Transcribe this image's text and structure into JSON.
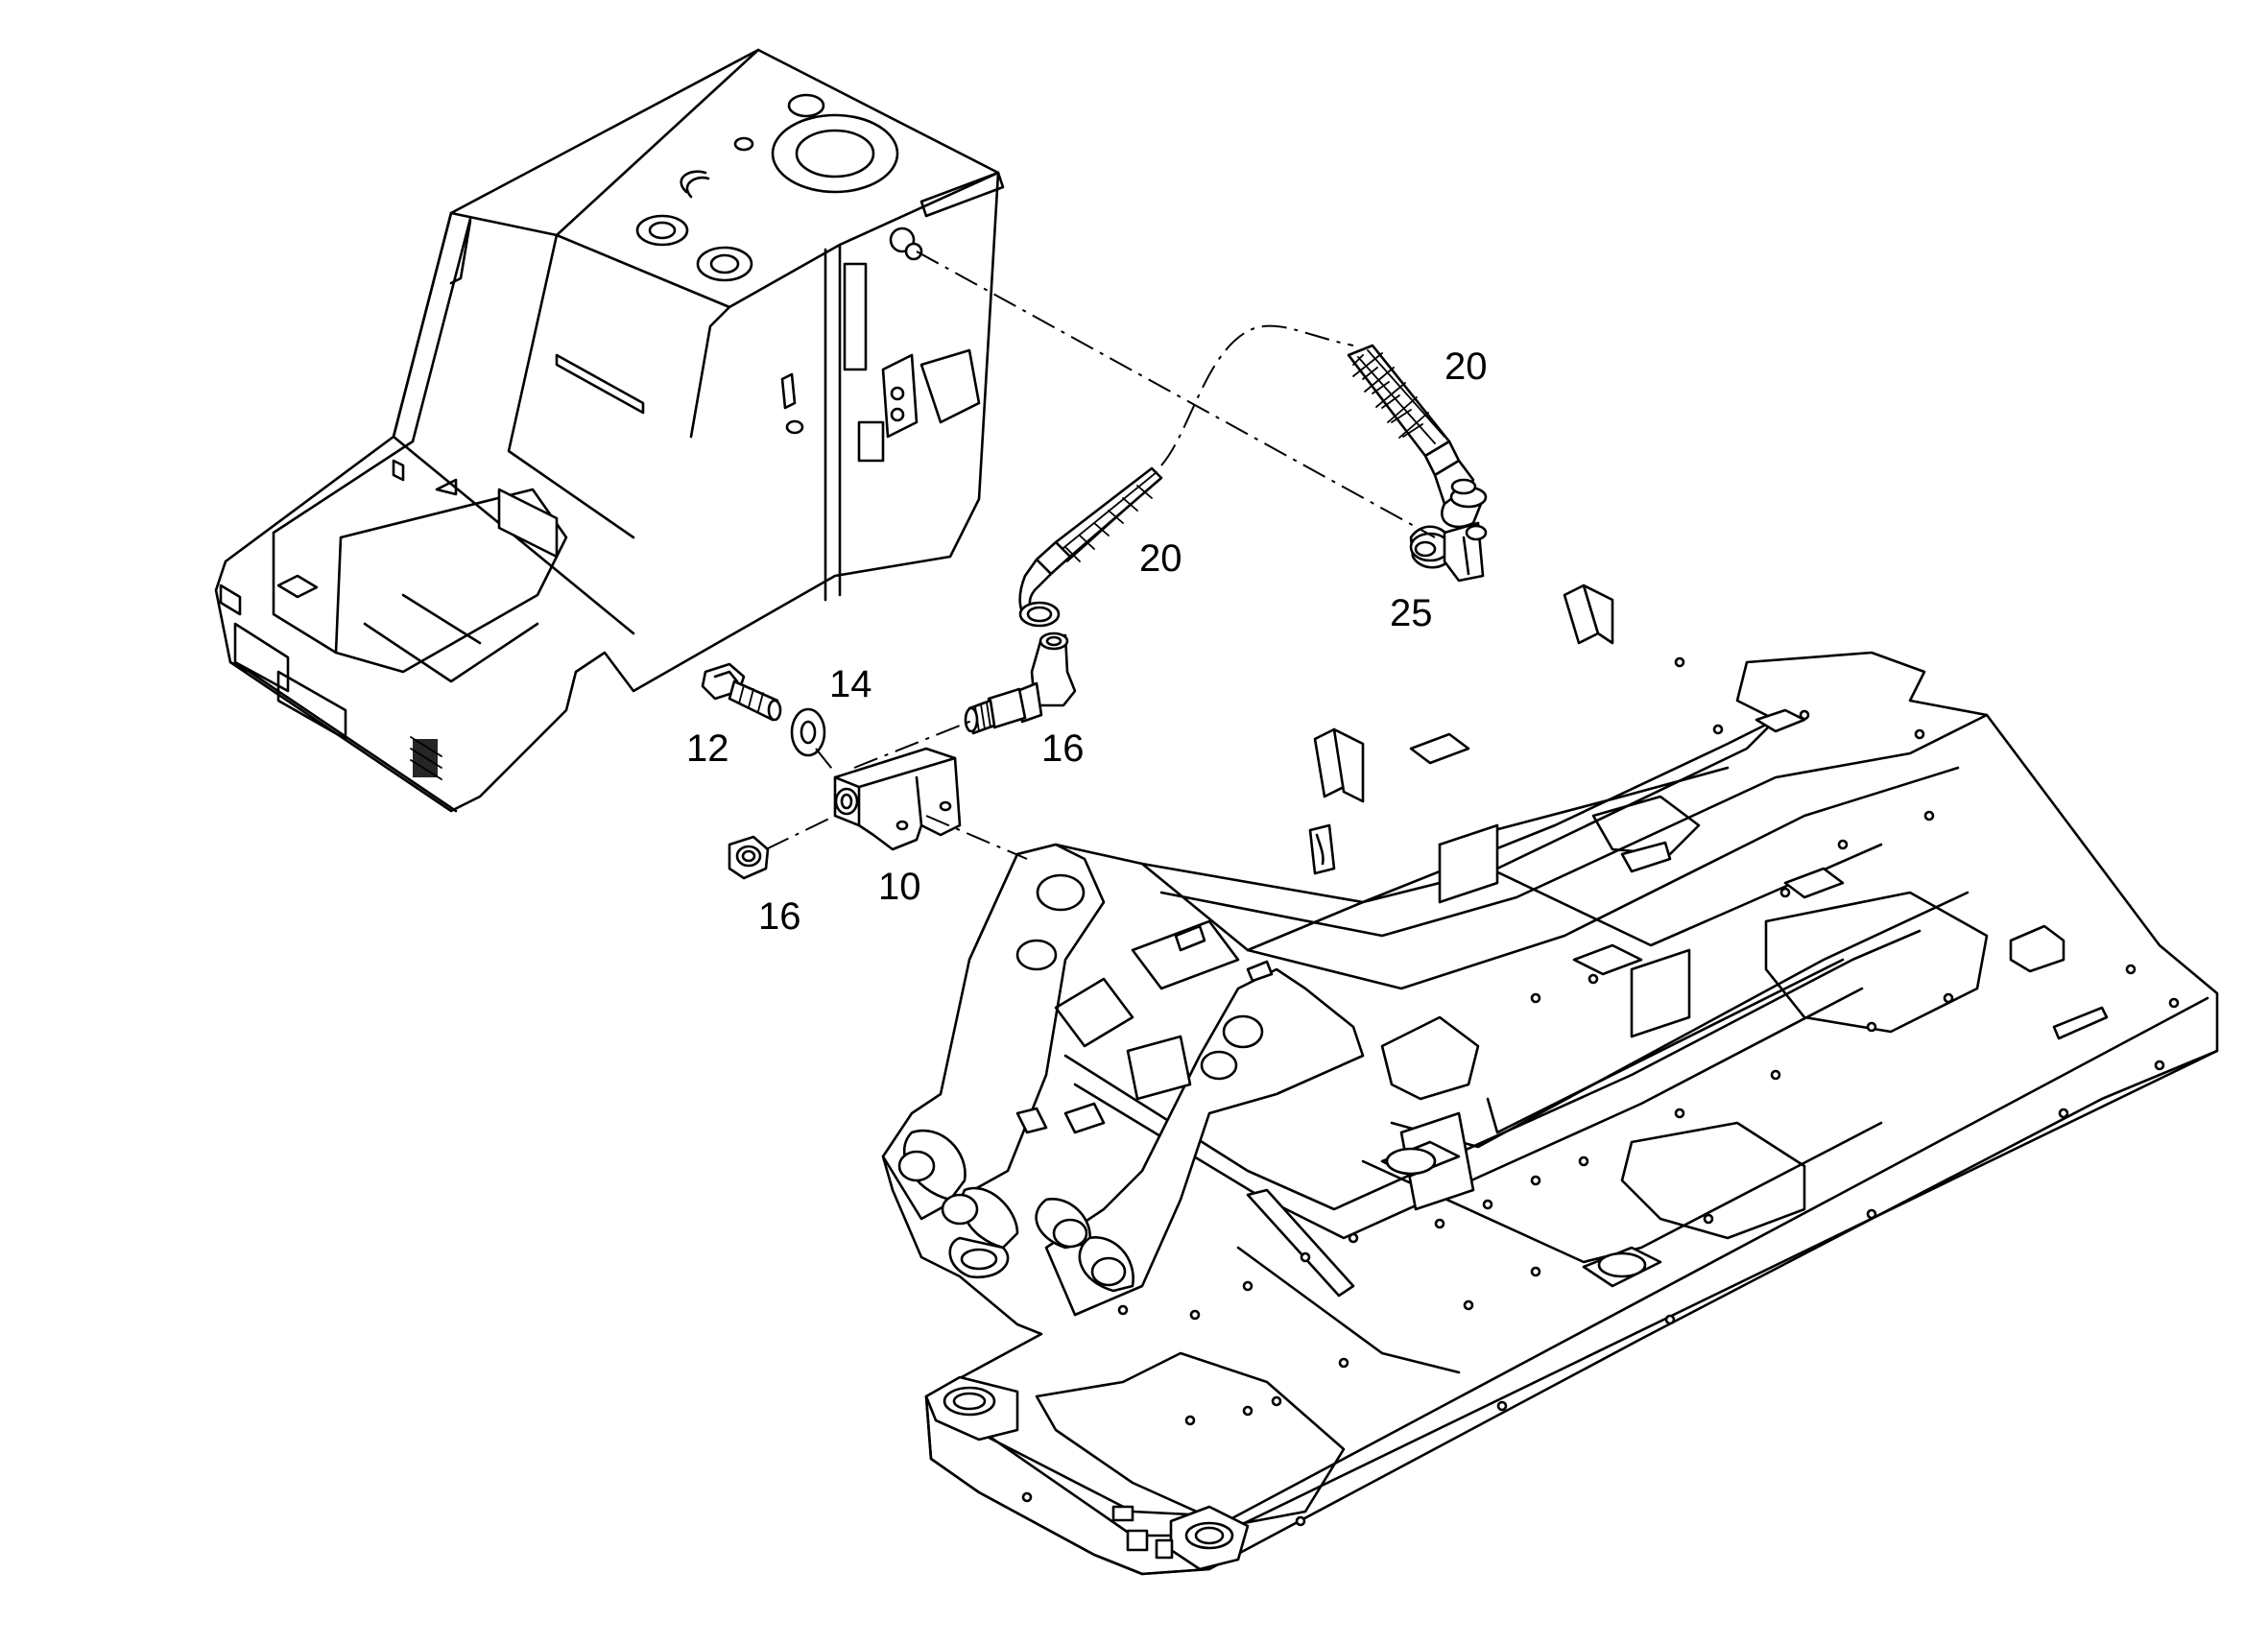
{
  "diagram": {
    "callouts": [
      {
        "id": "c20a",
        "text": "20"
      },
      {
        "id": "c20b",
        "text": "20"
      },
      {
        "id": "c25",
        "text": "25"
      },
      {
        "id": "c14",
        "text": "14"
      },
      {
        "id": "c12",
        "text": "12"
      },
      {
        "id": "c16a",
        "text": "16"
      },
      {
        "id": "c10",
        "text": "10"
      },
      {
        "id": "c16b",
        "text": "16"
      }
    ],
    "parts": [
      "hydraulic-tank",
      "upper-frame",
      "hose-assembly",
      "hose-assembly",
      "elbow-fitting",
      "bolt",
      "washer",
      "adapter-fitting",
      "bracket",
      "nut"
    ]
  }
}
